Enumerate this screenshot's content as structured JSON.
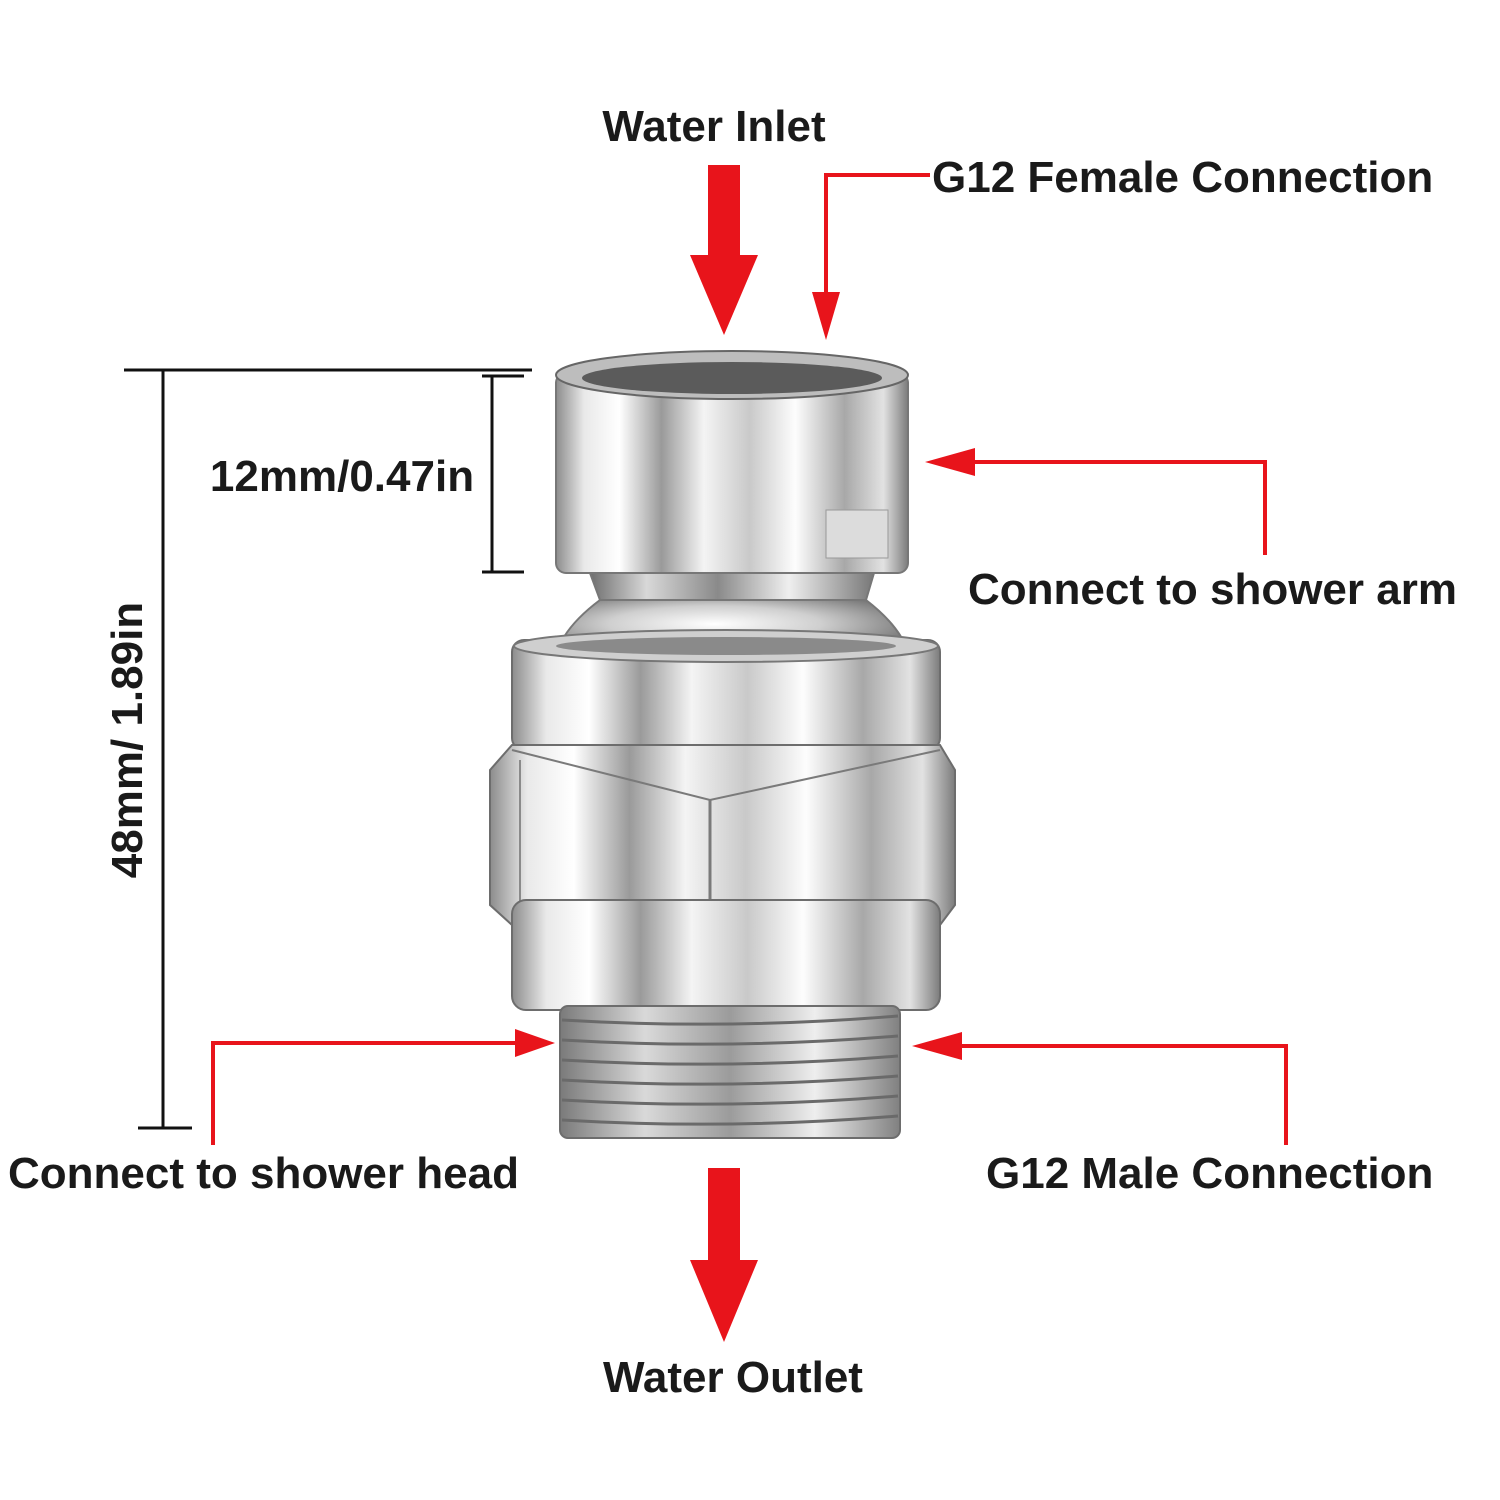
{
  "labels": {
    "water_inlet": "Water Inlet",
    "female_connection": "G12 Female Connection",
    "shower_arm": "Connect to shower arm",
    "shower_head": "Connect to shower head",
    "male_connection": "G12 Male Connection",
    "water_outlet": "Water Outlet"
  },
  "dimensions": {
    "thread_depth": "12mm/0.47in",
    "total_height": "48mm/ 1.89in"
  },
  "colors": {
    "arrow": "#e8141b",
    "dimension_line": "#111111",
    "text": "#1a1a1a"
  }
}
